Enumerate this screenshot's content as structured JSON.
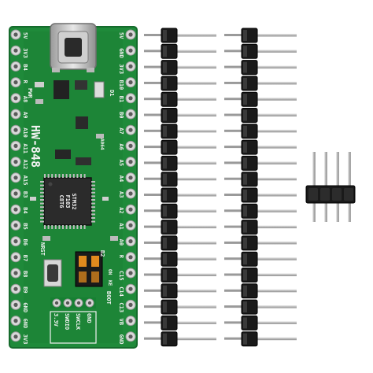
{
  "board": {
    "model": "HW-848",
    "left_labels": [
      "5V",
      "3V3",
      "B4",
      "R",
      "A8",
      "A9",
      "A10",
      "A11",
      "A12",
      "A15",
      "B3",
      "B4",
      "B5",
      "B6",
      "B7",
      "B8",
      "B9",
      "GND",
      "GND",
      "3V3"
    ],
    "right_labels": [
      "5V",
      "GND",
      "3V3",
      "B10",
      "B1",
      "B0",
      "A7",
      "A6",
      "A5",
      "A4",
      "A3",
      "A2",
      "A1",
      "A0",
      "R",
      "C15",
      "C14",
      "C13",
      "VB",
      "GND"
    ],
    "chip_text": [
      "STM32",
      "F103",
      "C8T6"
    ],
    "switch_labels": [
      "ON",
      "KE"
    ],
    "bottom_labels": [
      "3.3V",
      "SWDIO",
      "SWCLK",
      "GND"
    ],
    "side_labels": [
      "BOOT",
      "B2",
      "NRST"
    ],
    "small_labels": [
      "D1",
      "PWR",
      "A064"
    ]
  },
  "colors": {
    "pcb": "#1f8a3a",
    "pcb_dark": "#167030",
    "header_plastic": "#1a1a1a",
    "pins": "#c8c8c8",
    "silk": "#f2f2f2"
  }
}
